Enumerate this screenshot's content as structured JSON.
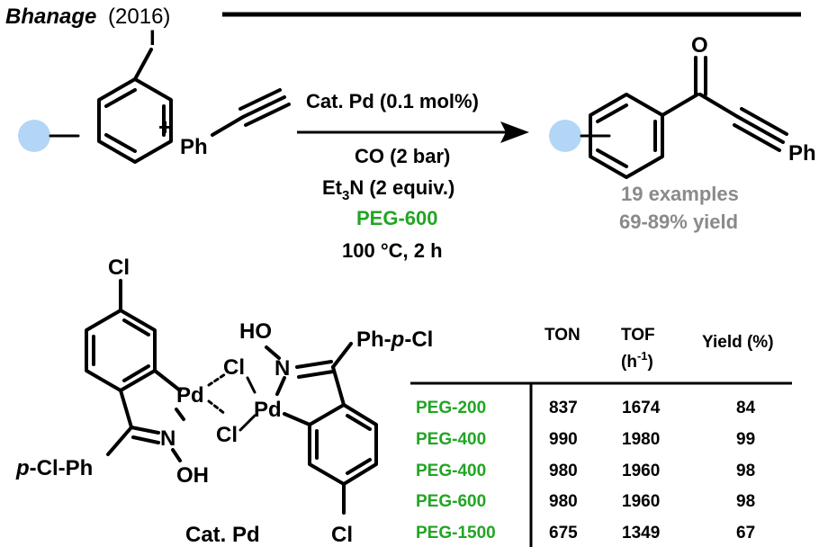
{
  "header": {
    "author": "Bhanage",
    "year": "(2016)"
  },
  "reaction": {
    "reactant_atom_i": "I",
    "plus": "+",
    "reagent_ph": "Ph",
    "conditions": {
      "catalyst": "Cat. Pd (0.1 mol%)",
      "co": "CO (2 bar)",
      "base_prefix": "Et",
      "base_sub": "3",
      "base_suffix": "N (2 equiv.)",
      "solvent": "PEG-600",
      "temp_time": "100 °C, 2 h"
    },
    "product_o": "O",
    "product_ph": "Ph",
    "scope": {
      "examples": "19 examples",
      "yield": "69-89% yield"
    }
  },
  "catalyst": {
    "label": "Cat. Pd",
    "cl_top": "Cl",
    "cl_bottom": "Cl",
    "pd1": "Pd",
    "pd2": "Pd",
    "cl_bridge1": "Cl",
    "cl_bridge2": "Cl",
    "n1": "N",
    "n2": "N",
    "oh": "OH",
    "ho": "HO",
    "pclph_prefix": "p",
    "pclph_suffix": "-Cl-Ph",
    "phpcl_prefix": "Ph-",
    "phpcl_italic": "p",
    "phpcl_suffix": "-Cl"
  },
  "table": {
    "headers": [
      "TON",
      "TOF",
      "Yield (%)"
    ],
    "tof_unit_prefix": "(h",
    "tof_unit_sup": "-1",
    "tof_unit_suffix": ")",
    "rows": [
      {
        "solvent": "PEG-200",
        "ton": "837",
        "tof": "1674",
        "yield": "84"
      },
      {
        "solvent": "PEG-400",
        "ton": "990",
        "tof": "1980",
        "yield": "99"
      },
      {
        "solvent": "PEG-400",
        "ton": "980",
        "tof": "1960",
        "yield": "98"
      },
      {
        "solvent": "PEG-600",
        "ton": "980",
        "tof": "1960",
        "yield": "98"
      },
      {
        "solvent": "PEG-1500",
        "ton": "675",
        "tof": "1349",
        "yield": "67"
      }
    ]
  },
  "colors": {
    "accent_green": "#22a524",
    "scope_gray": "#8a8a8a",
    "substituent_blue": "#b3d6f6"
  }
}
